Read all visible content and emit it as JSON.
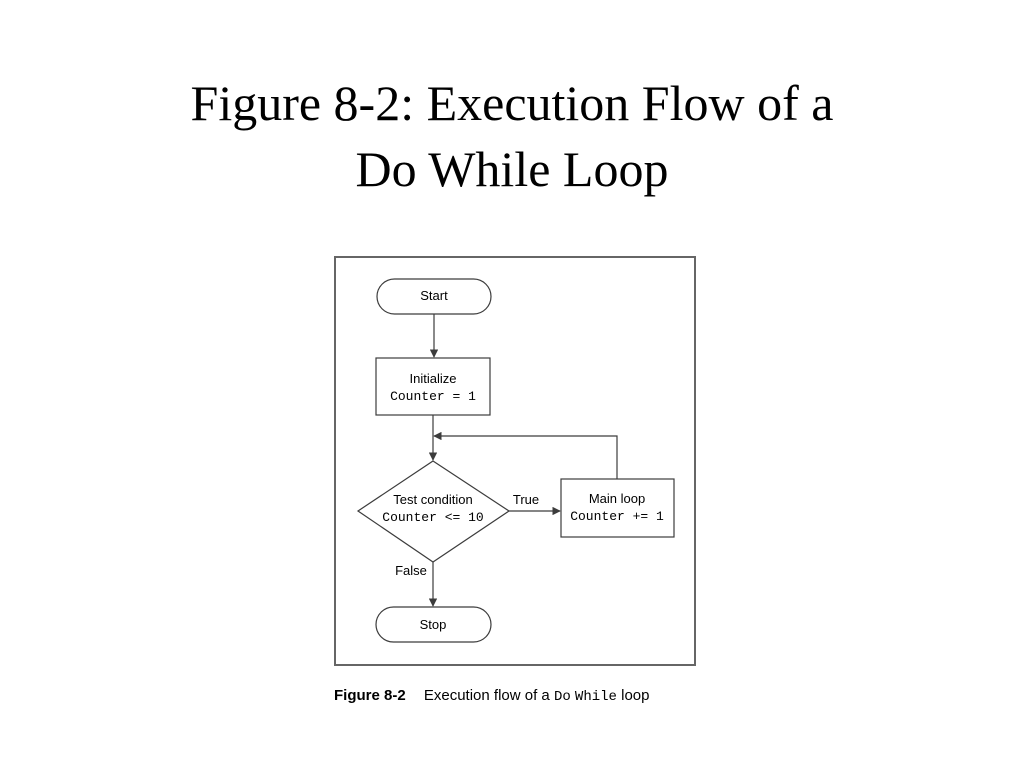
{
  "slide": {
    "title_line1": "Figure 8-2: Execution Flow of a",
    "title_line2": "Do While Loop"
  },
  "flowchart": {
    "start": {
      "label": "Start"
    },
    "initialize": {
      "line1": "Initialize",
      "line2": "Counter = 1"
    },
    "test": {
      "line1": "Test condition",
      "line2": "Counter <= 10"
    },
    "true_label": "True",
    "false_label": "False",
    "main_loop": {
      "line1": "Main loop",
      "line2": "Counter += 1"
    },
    "stop": {
      "label": "Stop"
    }
  },
  "caption": {
    "label": "Figure 8-2",
    "text_before": "Execution flow of a",
    "code1": "Do",
    "code2": "While",
    "text_after": "loop"
  },
  "colors": {
    "stroke": "#3c3c3c",
    "frame": "#666666",
    "text": "#000000"
  }
}
